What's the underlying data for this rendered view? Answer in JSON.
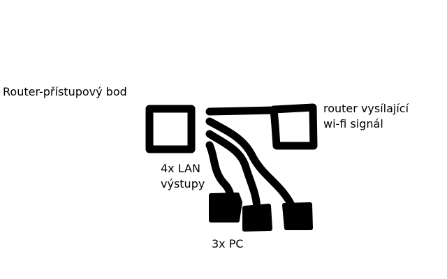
{
  "labels": {
    "access_point": "Router-přístupový bod",
    "wifi_router_line1": "router vysílající",
    "wifi_router_line2": "wi-fi signál",
    "lan_line1": "4x LAN",
    "lan_line2": "výstupy",
    "pcs": "3x PC"
  },
  "colors": {
    "ink": "#000000",
    "background": "#ffffff"
  }
}
